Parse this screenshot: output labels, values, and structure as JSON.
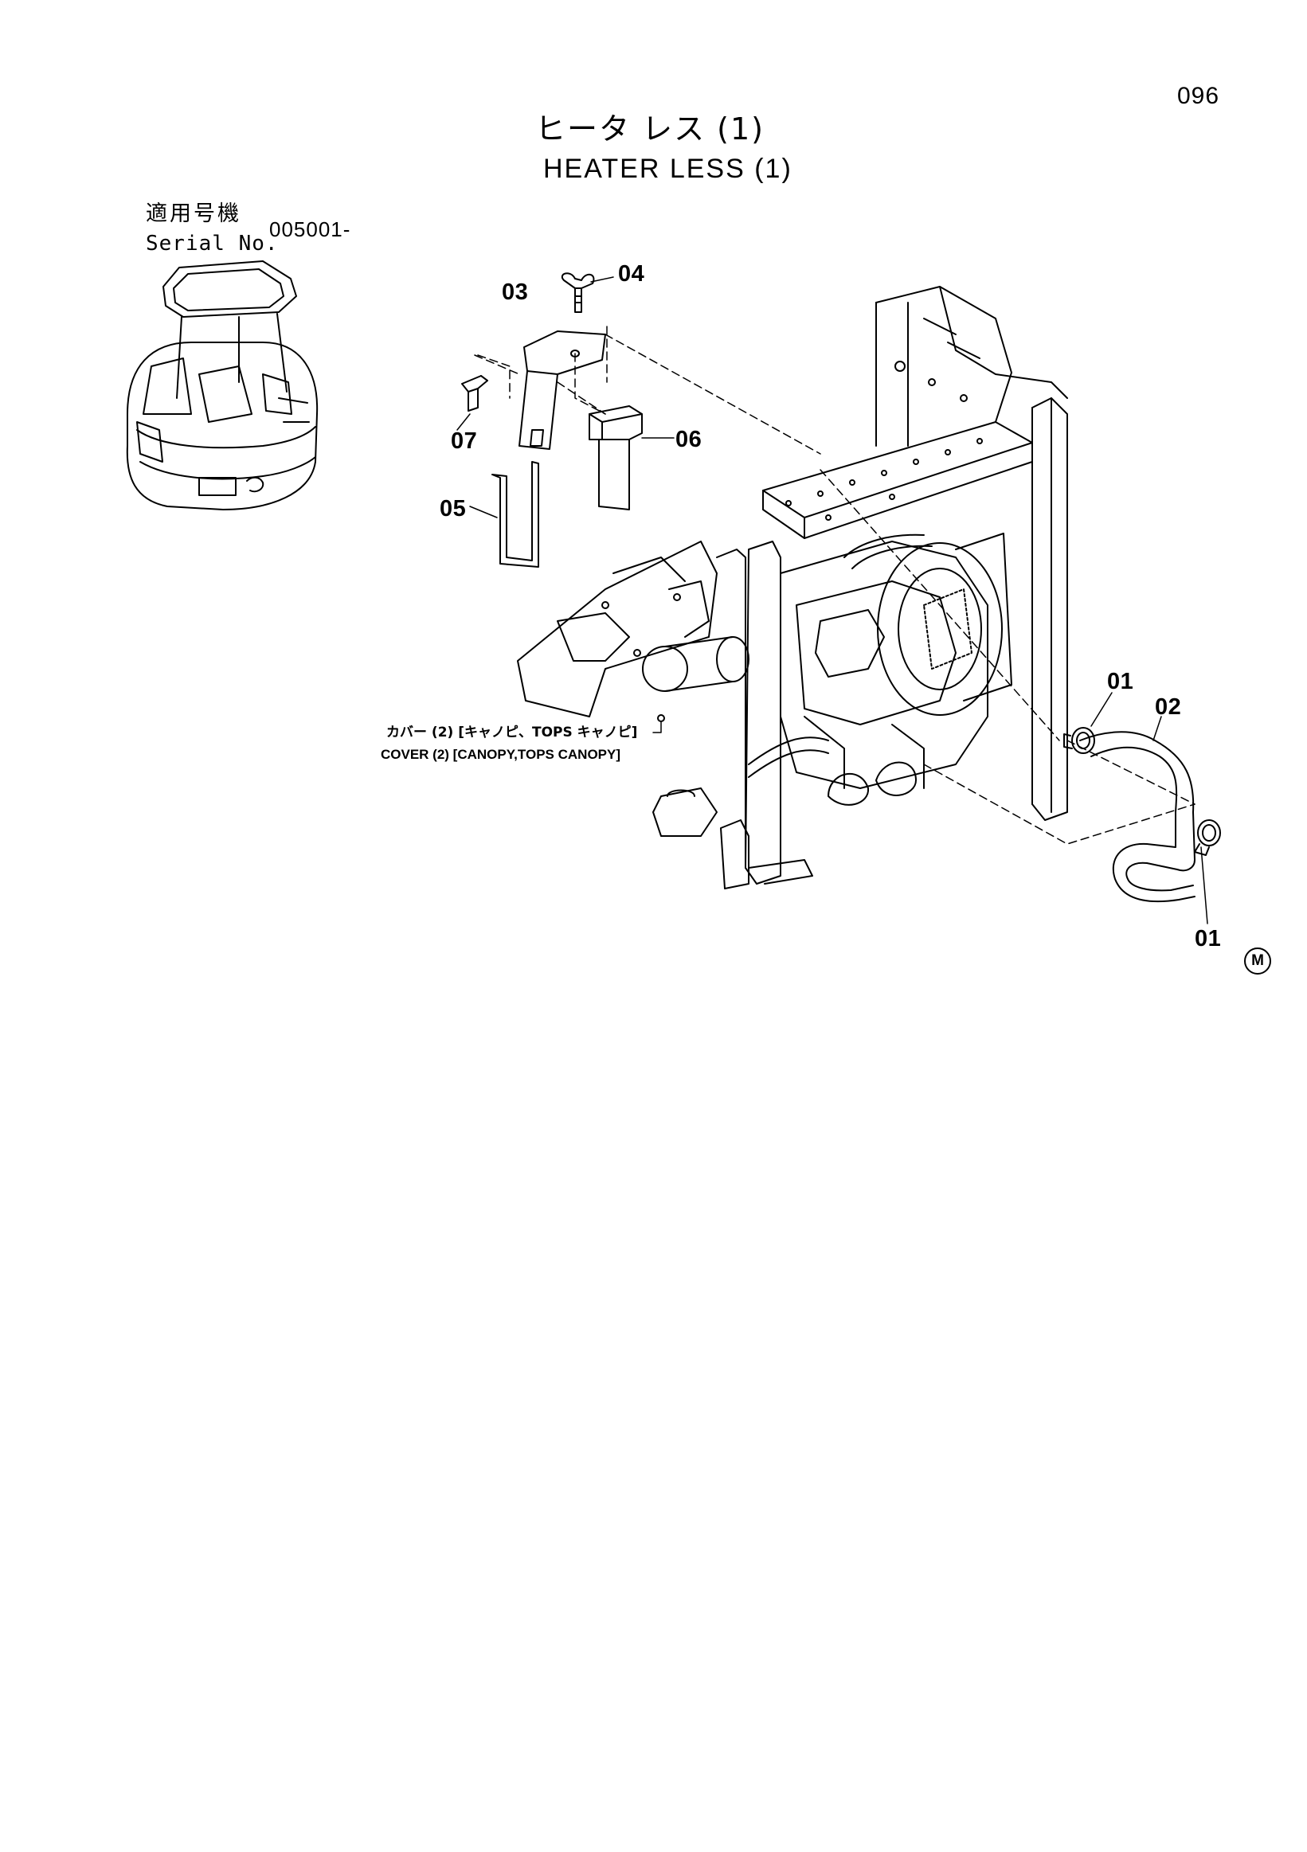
{
  "page": {
    "number": "096",
    "title_jp": "ヒータ レス (1)",
    "title_en": "HEATER LESS (1)",
    "serial_label_jp": "適用号機",
    "serial_label_en": "Serial No.",
    "serial_value": "005001-"
  },
  "callouts": [
    {
      "id": "01",
      "label": "01"
    },
    {
      "id": "02",
      "label": "02"
    },
    {
      "id": "03",
      "label": "03"
    },
    {
      "id": "04",
      "label": "04"
    },
    {
      "id": "05",
      "label": "05"
    },
    {
      "id": "06",
      "label": "06"
    },
    {
      "id": "07",
      "label": "07"
    },
    {
      "id": "01b",
      "label": "01"
    }
  ],
  "notes": {
    "cover_jp": "カバー (2) [キャノピ、TOPS キャノピ]",
    "cover_en": "COVER (2) [CANOPY,TOPS CANOPY]"
  },
  "marks": {
    "m": "M"
  }
}
